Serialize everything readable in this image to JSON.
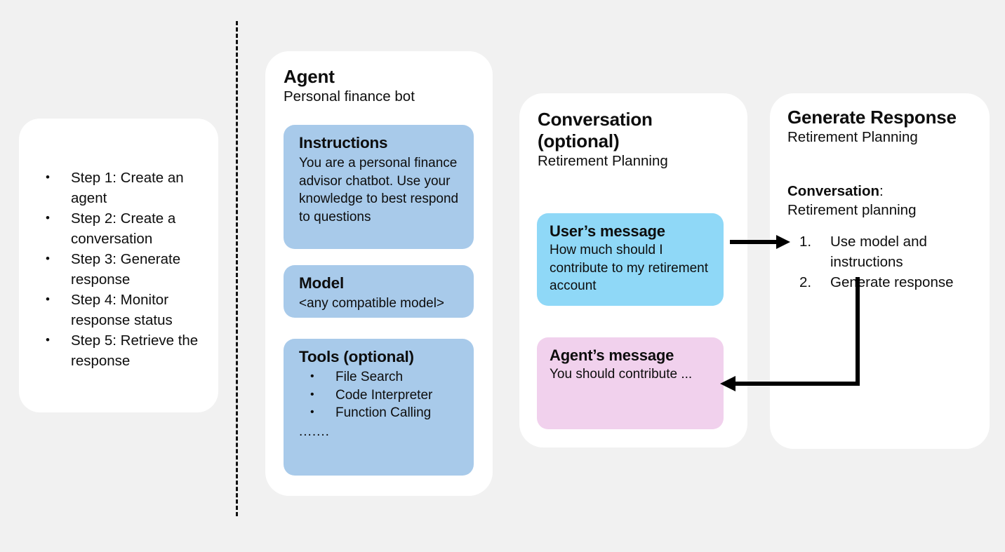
{
  "canvas": {
    "background_color": "#f1f1f1",
    "card_color": "#ffffff"
  },
  "palette": {
    "blue_box": "#a8caea",
    "user_message": "#8fd8f7",
    "agent_message": "#f1d1ed",
    "text": "#0d0d0d",
    "divider": "#111111"
  },
  "steps_card": {
    "items": [
      "Step 1: Create an agent",
      "Step 2: Create a conversation",
      "Step 3: Generate response",
      "Step 4: Monitor response status",
      "Step 5: Retrieve the response"
    ]
  },
  "agent_card": {
    "title": "Agent",
    "subtitle": "Personal finance bot",
    "instructions": {
      "title": "Instructions",
      "text": "You are a personal finance advisor chatbot. Use your knowledge to best respond to questions"
    },
    "model": {
      "title": "Model",
      "text": "<any compatible model>"
    },
    "tools": {
      "title": "Tools (optional)",
      "items": [
        "File Search",
        "Code Interpreter",
        "Function Calling"
      ],
      "ellipsis": "......."
    }
  },
  "conversation_card": {
    "title": "Conversation (optional)",
    "subtitle": "Retirement Planning",
    "user_message": {
      "title": "User’s message",
      "text": "How much should I contribute to my retirement account"
    },
    "agent_message": {
      "title": "Agent’s message",
      "text": "You should contribute ..."
    }
  },
  "generate_card": {
    "title": "Generate Response",
    "subtitle": "Retirement Planning",
    "conversation_label": "Conversation",
    "conversation_colon": ":",
    "conversation_value": "Retirement planning",
    "steps": [
      {
        "num": "1.",
        "label": "Use model and instructions"
      },
      {
        "num": "2.",
        "label": "Generate response"
      }
    ]
  }
}
